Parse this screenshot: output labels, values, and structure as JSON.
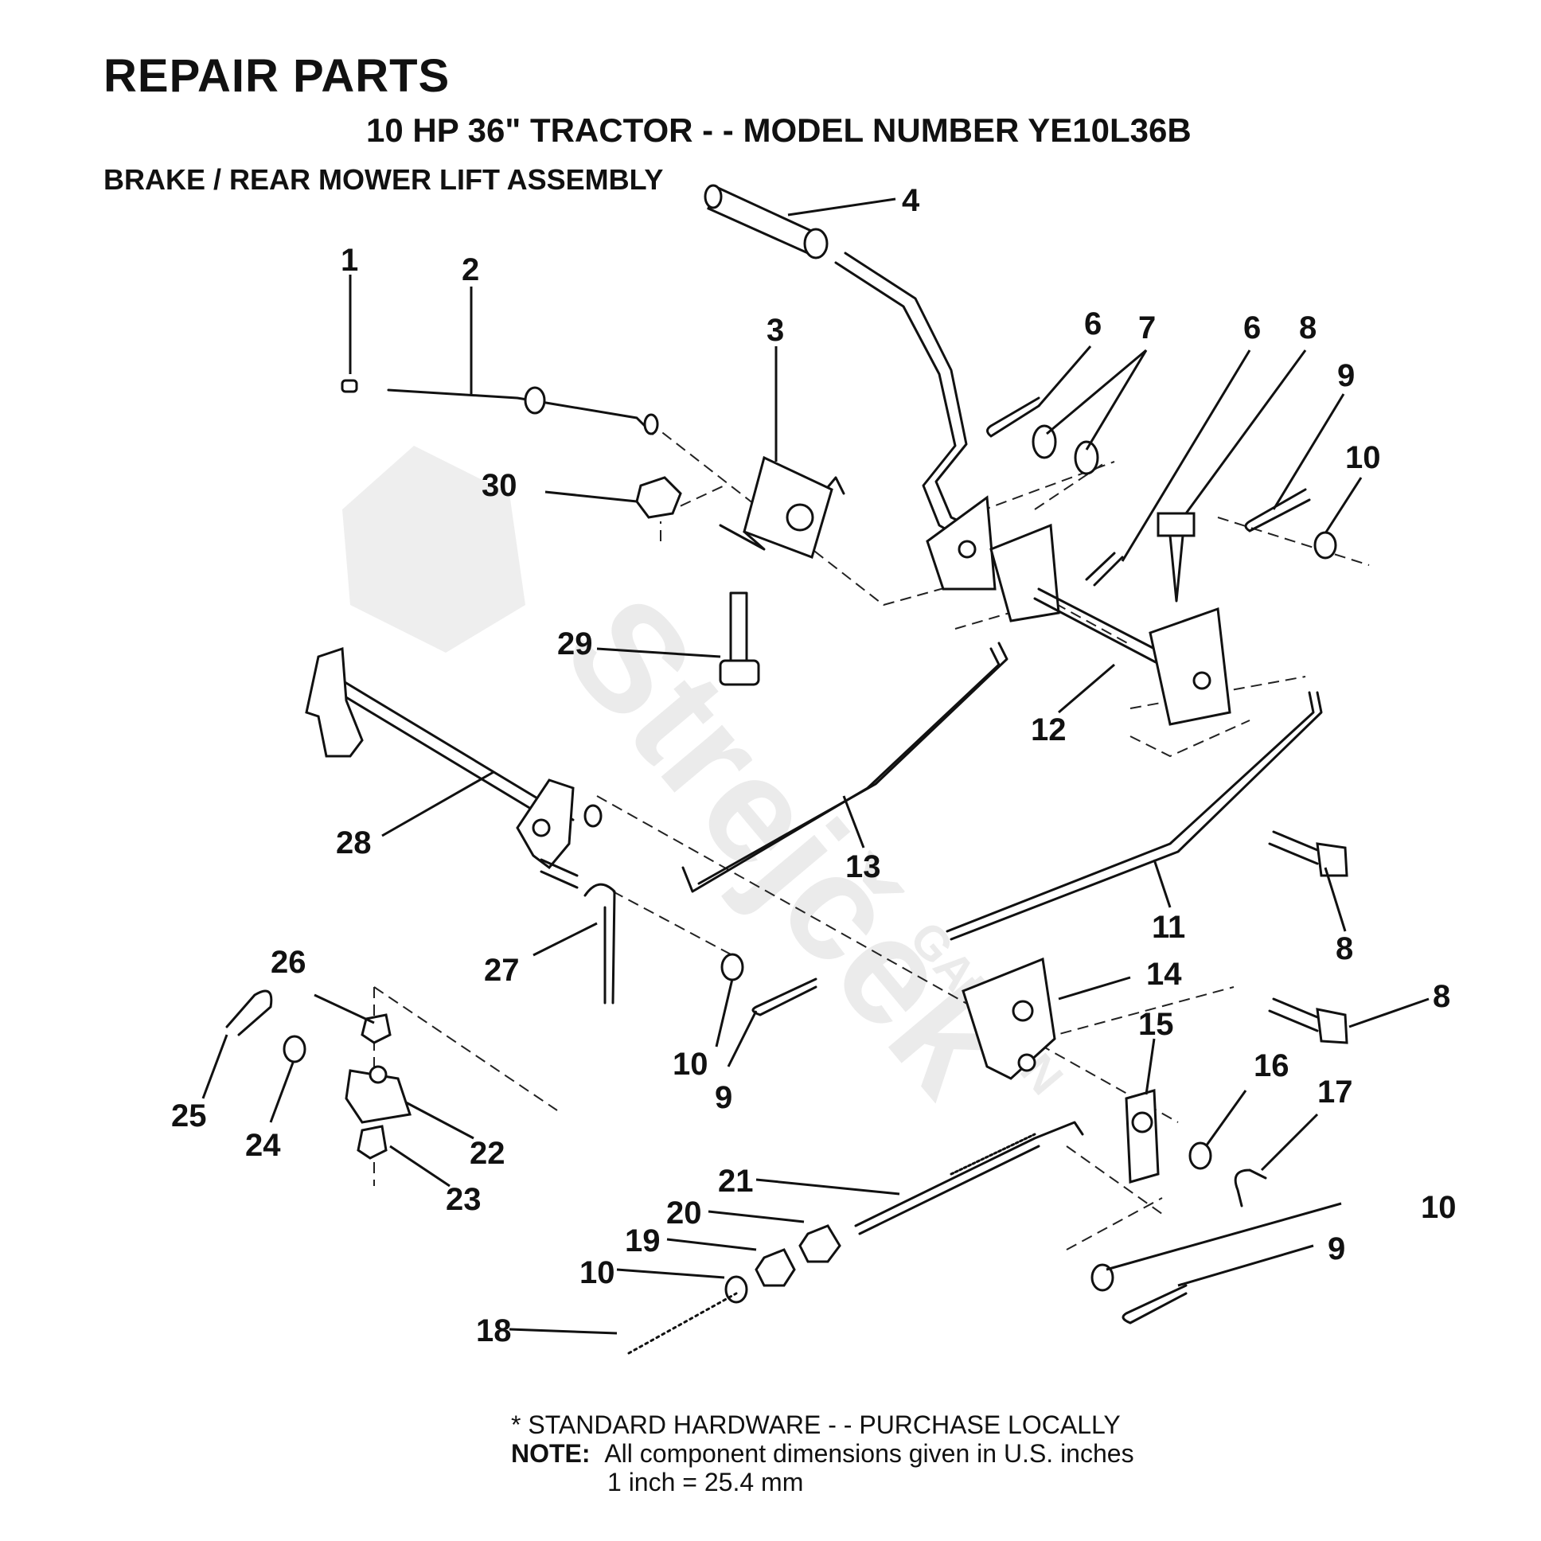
{
  "header": {
    "title": "REPAIR PARTS",
    "subtitle": "10 HP 36\" TRACTOR - - MODEL NUMBER YE10L36B",
    "assembly": "BRAKE / REAR MOWER LIFT ASSEMBLY"
  },
  "watermark": {
    "brand": "Strejček",
    "sub": "GARDEN"
  },
  "callouts": {
    "c1": "1",
    "c2": "2",
    "c3": "3",
    "c4": "4",
    "c6a": "6",
    "c7": "7",
    "c6b": "6",
    "c8a": "8",
    "c9a": "9",
    "c10a": "10",
    "c30": "30",
    "c29": "29",
    "c12": "12",
    "c28": "28",
    "c13": "13",
    "c11": "11",
    "c8b": "8",
    "c26": "26",
    "c27": "27",
    "c14": "14",
    "c8c": "8",
    "c10b": "10",
    "c9b": "9",
    "c15": "15",
    "c16": "16",
    "c17": "17",
    "c25": "25",
    "c24": "24",
    "c22": "22",
    "c23": "23",
    "c21": "21",
    "c10c": "10",
    "c20": "20",
    "c19": "19",
    "c9c": "9",
    "c10d": "10",
    "c18": "18"
  },
  "footer": {
    "standard": "* STANDARD HARDWARE - - PURCHASE LOCALLY",
    "note_label": "NOTE:",
    "note_text": "All component dimensions given in U.S. inches",
    "conversion": "1 inch = 25.4 mm"
  }
}
